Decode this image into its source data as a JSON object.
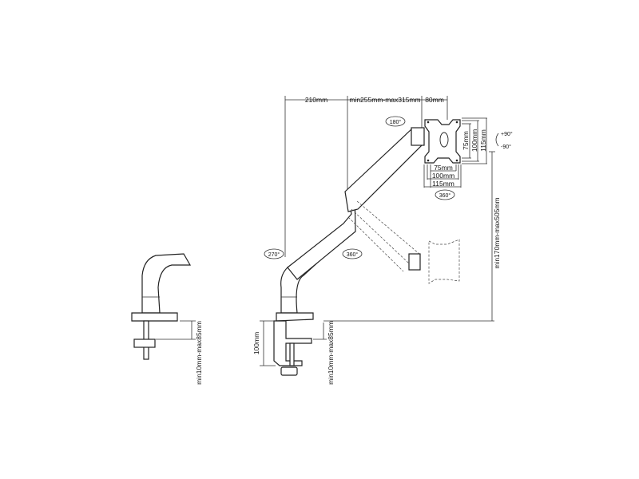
{
  "dimensions": {
    "reach_base": "210mm",
    "reach_arm": "min255mm-max315mm",
    "reach_head": "80mm",
    "height_range": "min170mm-max505mm",
    "clamp_height": "100mm",
    "desk_thickness_main": "min10mm-max85mm",
    "desk_thickness_side": "min10mm-max85mm"
  },
  "vesa": {
    "v75": "75mm",
    "v100": "100mm",
    "v115": "115mm",
    "h75": "75mm",
    "h100": "100mm",
    "h115": "115mm"
  },
  "rotations": {
    "head_swivel": "180°",
    "plate_rotation": "360°",
    "base_rotation": "270°",
    "arm_rotation": "360°",
    "tilt_up": "+90°",
    "tilt_down": "-90°"
  }
}
